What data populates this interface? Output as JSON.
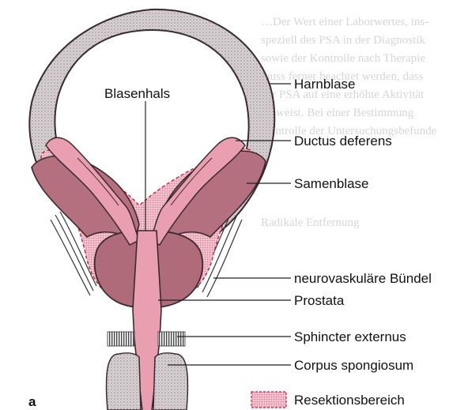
{
  "labels": {
    "blasenhals": "Blasenhals",
    "harnblase": "Harnblase",
    "ductus_deferens": "Ductus deferens",
    "samenblase": "Samenblase",
    "neurovaskulaere_buendel": "neurovaskuläre Bündel",
    "prostata": "Prostata",
    "sphincter_externus": "Sphincter externus",
    "corpus_spongiosum": "Corpus spongiosum"
  },
  "legend": {
    "label": "Resektionsbereich"
  },
  "panel_letter": "a",
  "colors": {
    "bladder_wall": "#c9c3c6",
    "pink": "#e89aac",
    "resection_fill": "#efb9c6",
    "prostate_dark": "#b46e7e",
    "dark_tissue": "#9a5a68",
    "outline": "#3a2a30",
    "dashed_line": "#c02040",
    "background_text": "#b8b4b6"
  }
}
